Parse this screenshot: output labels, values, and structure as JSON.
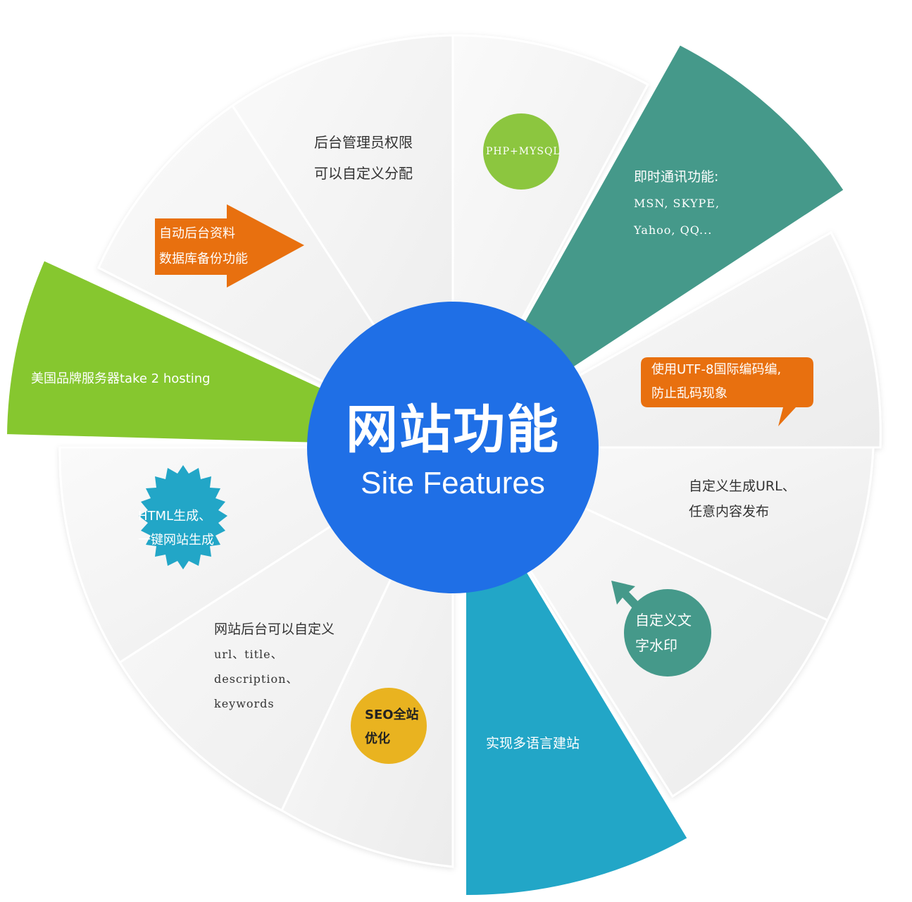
{
  "center": {
    "title_zh": "网站功能",
    "title_en": "Site Features",
    "color": "#1f6fe6"
  },
  "colors": {
    "green": "#86c72f",
    "teal_dark": "#45998a",
    "teal_blue": "#22a6c7",
    "orange": "#e8700f",
    "yellow": "#e9b320",
    "gray_segment": "#f2f2f2",
    "text_dark": "#333333"
  },
  "segments": [
    {
      "id": "admin-permissions",
      "lines": [
        "后台管理员权限",
        "可以自定义分配"
      ]
    },
    {
      "id": "php-mysql",
      "badge": "PHP+MYSQL"
    },
    {
      "id": "instant-messaging",
      "lines": [
        "即时通讯功能:",
        "MSN, SKYPE,",
        "Yahoo, QQ..."
      ]
    },
    {
      "id": "utf8",
      "lines": [
        "使用UTF-8国际编码编,",
        "防止乱码现象"
      ]
    },
    {
      "id": "custom-url",
      "lines": [
        "自定义生成URL、",
        "任意内容发布"
      ]
    },
    {
      "id": "watermark",
      "lines": [
        "自定义文",
        "字水印"
      ]
    },
    {
      "id": "multi-language",
      "lines": [
        "实现多语言建站"
      ]
    },
    {
      "id": "seo",
      "lines": [
        "SEO全站",
        "优化"
      ]
    },
    {
      "id": "custom-meta",
      "lines": [
        "网站后台可以自定义",
        "url、title、",
        "description、",
        "keywords"
      ]
    },
    {
      "id": "html-generation",
      "lines": [
        "HTML生成、",
        "一键网站生成"
      ]
    },
    {
      "id": "us-server",
      "lines": [
        "美国品牌服务器take 2 hosting"
      ]
    },
    {
      "id": "auto-backup",
      "lines": [
        "自动后台资料",
        "数据库备份功能"
      ]
    }
  ]
}
